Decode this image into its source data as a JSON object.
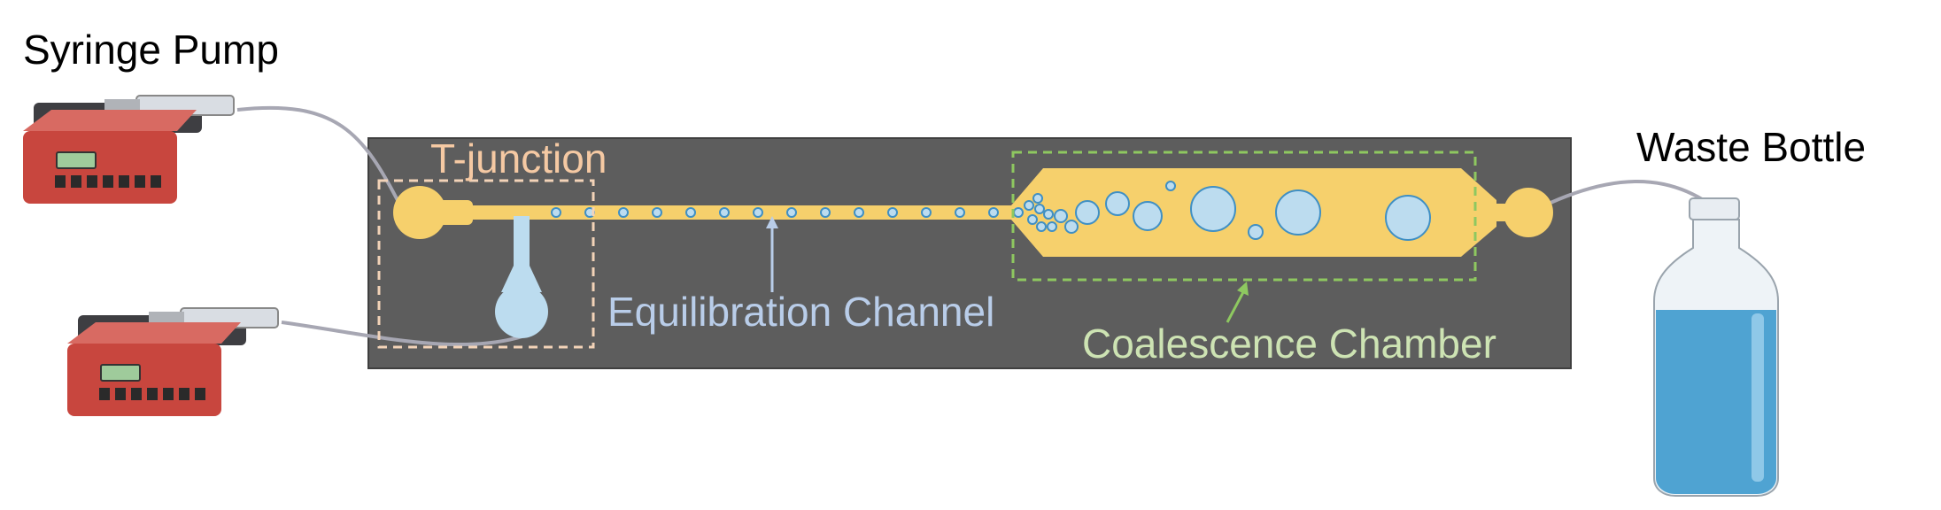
{
  "labels": {
    "syringe_pump": "Syringe Pump",
    "t_junction": "T-junction",
    "equilibration_channel": "Equilibration Channel",
    "coalescence_chamber": "Coalescence Chamber",
    "waste_bottle": "Waste Bottle"
  },
  "colors": {
    "chip": "#5d5d5d",
    "channel": "#f6d06c",
    "droplet_fill": "#bcdcef",
    "droplet_stroke": "#3f8fc4",
    "t_junction_label": "#f5c9a3",
    "t_junction_box": "#f3d3b8",
    "equilibration_label": "#b9cde9",
    "coalescence_label": "#cde3b3",
    "coalescence_box": "#8ec860",
    "tubing": "#a7a7b3",
    "pump_body": "#c8463e",
    "bottle_liquid": "#4fa3d2"
  }
}
